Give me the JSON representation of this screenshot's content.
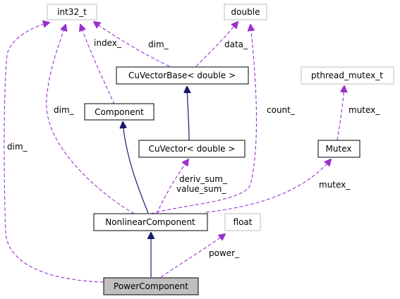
{
  "nodes": {
    "int32_t": "int32_t",
    "double": "double",
    "cuvectorbase": "CuVectorBase< double >",
    "pthread": "pthread_mutex_t",
    "component": "Component",
    "cuvector": "CuVector< double >",
    "mutex": "Mutex",
    "nonlinear": "NonlinearComponent",
    "float": "float",
    "power": "PowerComponent"
  },
  "edge_labels": {
    "index": "index_",
    "dim_base": "dim_",
    "data": "data_",
    "dim_nonlinear": "dim_",
    "count": "count_",
    "mutex_pthread": "mutex_",
    "deriv_sum": "deriv_sum_",
    "value_sum": "value_sum_",
    "mutex_nonlinear": "mutex_",
    "dim_power": "dim_",
    "power": "power_"
  },
  "colors": {
    "inherit_edge": "#191970",
    "member_edge": "#9a32cd",
    "member_arrow": "#9932cc",
    "external_node_border": "#bfbfbf",
    "class_node_border": "#000000",
    "highlight_node_fill": "#bfbfbf"
  },
  "icons": {
    "inherit_arrow": "solid-triangle-arrowhead",
    "member_arrow": "open-triangle-arrowhead"
  }
}
